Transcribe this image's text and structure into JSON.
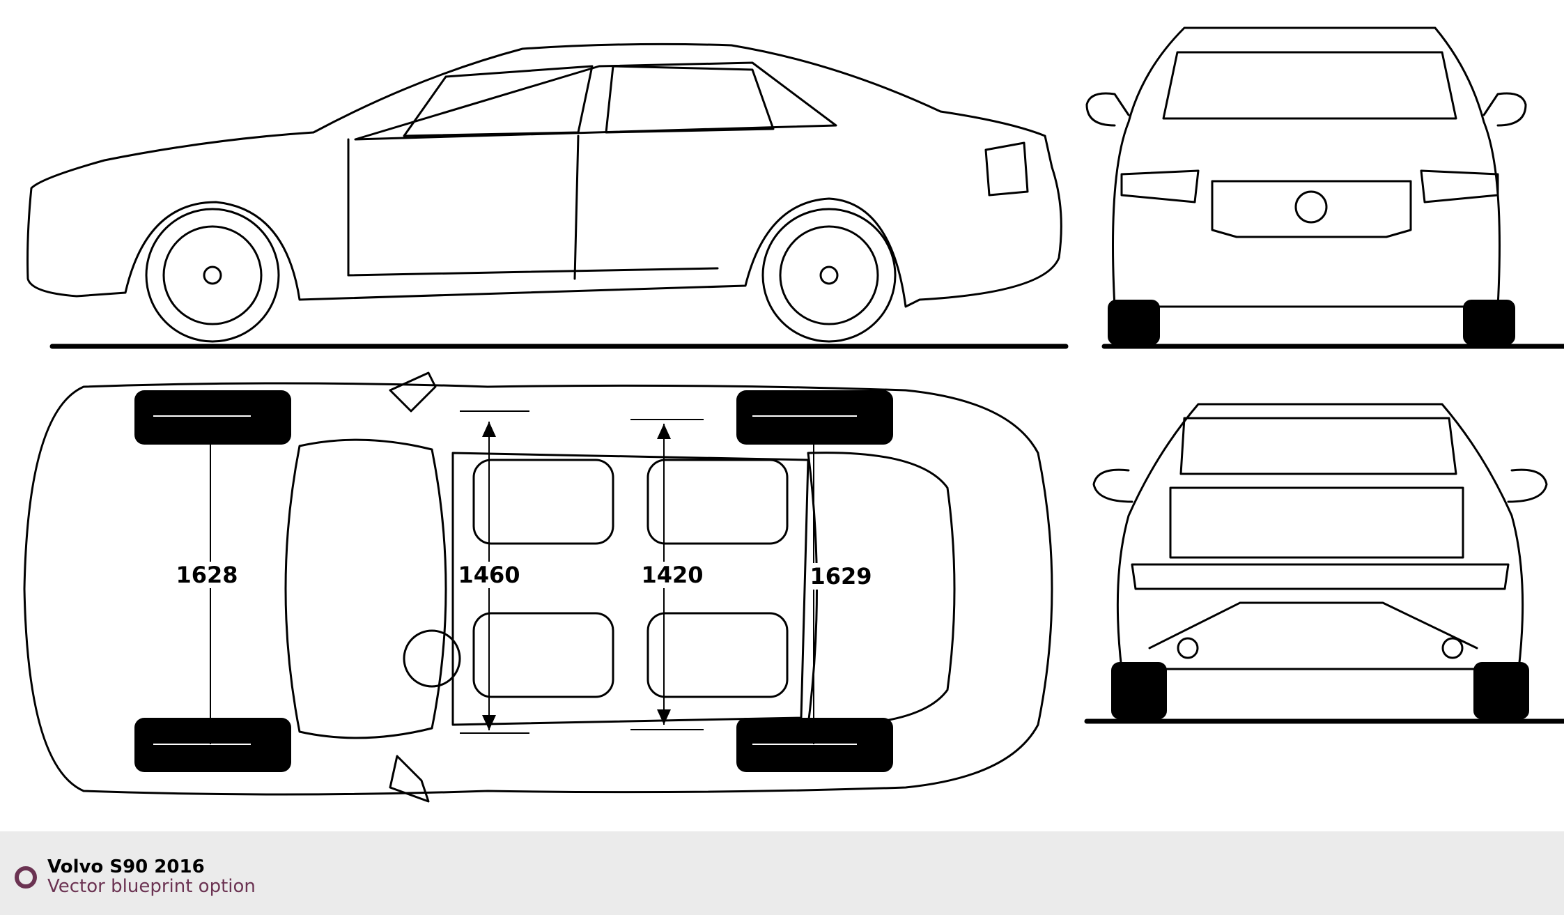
{
  "dimensions": {
    "front_track": "1628",
    "front_interior_width": "1460",
    "rear_interior_width": "1420",
    "rear_track": "1629"
  },
  "footer": {
    "title": "Volvo S90 2016",
    "subtitle": "Vector blueprint option",
    "accent_color": "#6b3352"
  }
}
